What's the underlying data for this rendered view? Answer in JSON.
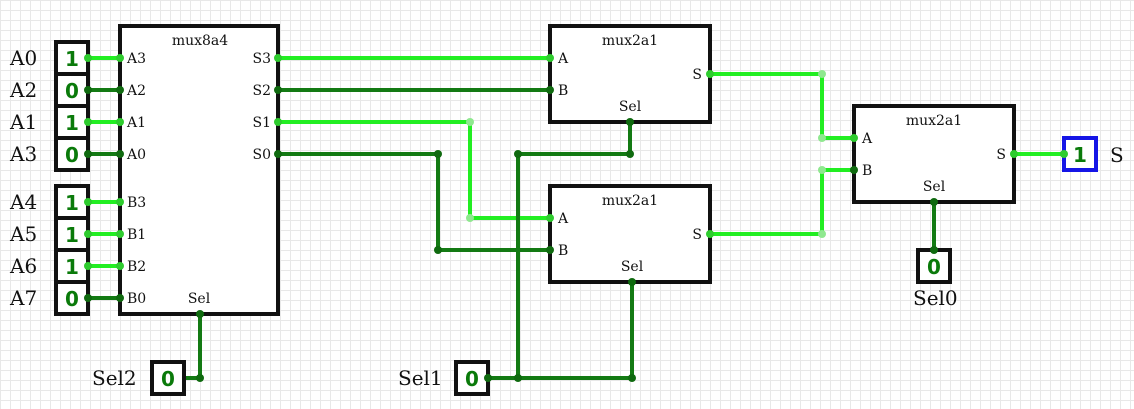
{
  "colors": {
    "wire_on": "#22ee22",
    "wire_off": "#137a13",
    "dot_on": "#2ecc2e",
    "dot_off": "#0f6a0f",
    "joint_light": "#8fe88f",
    "box_border": "#111111",
    "output_border": "#1515e6",
    "bit_text": "#0a7a0a"
  },
  "inputs": [
    {
      "name": "A0",
      "value": "1"
    },
    {
      "name": "A2",
      "value": "0"
    },
    {
      "name": "A1",
      "value": "1"
    },
    {
      "name": "A3",
      "value": "0"
    },
    {
      "name": "A4",
      "value": "1"
    },
    {
      "name": "A5",
      "value": "1"
    },
    {
      "name": "A6",
      "value": "1"
    },
    {
      "name": "A7",
      "value": "0"
    }
  ],
  "selectors": [
    {
      "name": "Sel2",
      "value": "0"
    },
    {
      "name": "Sel1",
      "value": "0"
    },
    {
      "name": "Sel0",
      "value": "0"
    }
  ],
  "output": {
    "name": "S",
    "value": "1"
  },
  "mux8a4": {
    "title": "mux8a4",
    "left_pins": [
      "A3",
      "A2",
      "A1",
      "A0",
      "B3",
      "B1",
      "B2",
      "B0"
    ],
    "right_pins": [
      "S3",
      "S2",
      "S1",
      "S0"
    ],
    "sel_label": "Sel"
  },
  "mux_top": {
    "title": "mux2a1",
    "a_label": "A",
    "b_label": "B",
    "s_label": "S",
    "sel_label": "Sel"
  },
  "mux_bottom": {
    "title": "mux2a1",
    "a_label": "A",
    "b_label": "B",
    "s_label": "S",
    "sel_label": "Sel"
  },
  "mux_final": {
    "title": "mux2a1",
    "a_label": "A",
    "b_label": "B",
    "s_label": "S",
    "sel_label": "Sel"
  }
}
